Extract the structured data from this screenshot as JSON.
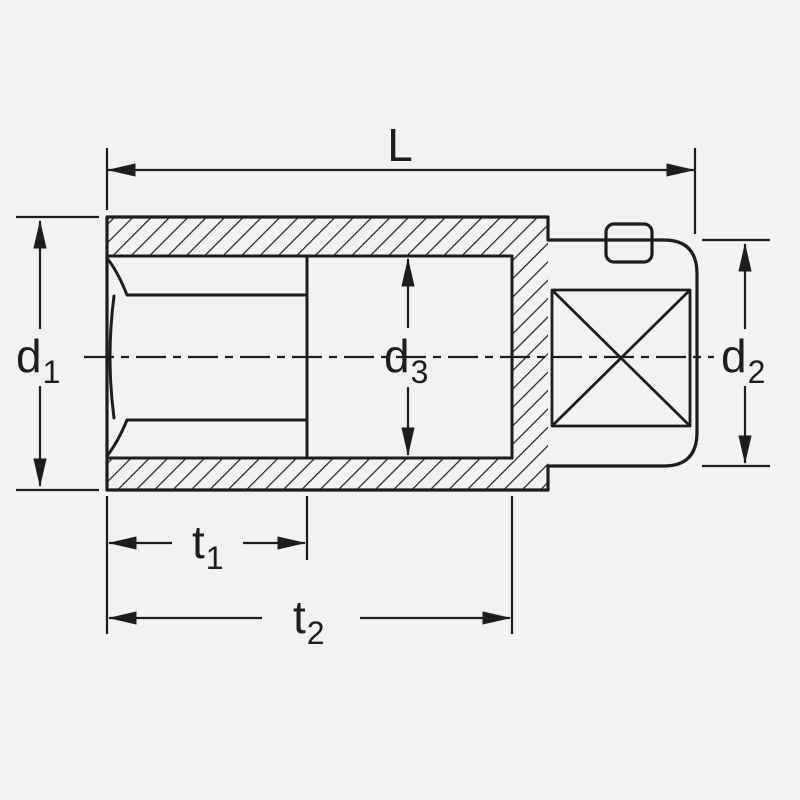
{
  "colors": {
    "background": "#f2f2f2",
    "line": "#1d1d1b"
  },
  "dimensions": {
    "L": {
      "main": "L",
      "sub": ""
    },
    "d1": {
      "main": "d",
      "sub": "1"
    },
    "d2": {
      "main": "d",
      "sub": "2"
    },
    "d3": {
      "main": "d",
      "sub": "3"
    },
    "t1": {
      "main": "t",
      "sub": "1"
    },
    "t2": {
      "main": "t",
      "sub": "2"
    }
  }
}
